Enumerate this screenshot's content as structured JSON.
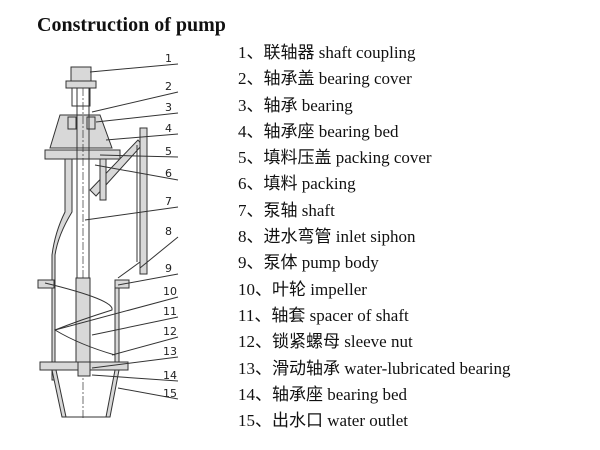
{
  "title": "Construction of pump",
  "parts": [
    {
      "num": "1",
      "label": "1、联轴器  shaft coupling"
    },
    {
      "num": "2",
      "label": "2、轴承盖 bearing cover"
    },
    {
      "num": "3",
      "label": "3、轴承 bearing"
    },
    {
      "num": "4",
      "label": "4、轴承座 bearing bed"
    },
    {
      "num": "5",
      "label": "5、填料压盖  packing cover"
    },
    {
      "num": "6",
      "label": "6、填料 packing"
    },
    {
      "num": "7",
      "label": "7、泵轴  shaft"
    },
    {
      "num": "8",
      "label": "8、进水弯管 inlet siphon"
    },
    {
      "num": "9",
      "label": "9、泵体  pump body"
    },
    {
      "num": "10",
      "label": "10、叶轮 impeller"
    },
    {
      "num": "11",
      "label": "11、轴套 spacer of shaft"
    },
    {
      "num": "12",
      "label": "12、锁紧螺母 sleeve nut"
    },
    {
      "num": "13",
      "label": "13、滑动轴承 water-lubricated bearing"
    },
    {
      "num": "14",
      "label": "14、轴承座 bearing bed"
    },
    {
      "num": "15",
      "label": "15、出水口 water outlet"
    }
  ]
}
